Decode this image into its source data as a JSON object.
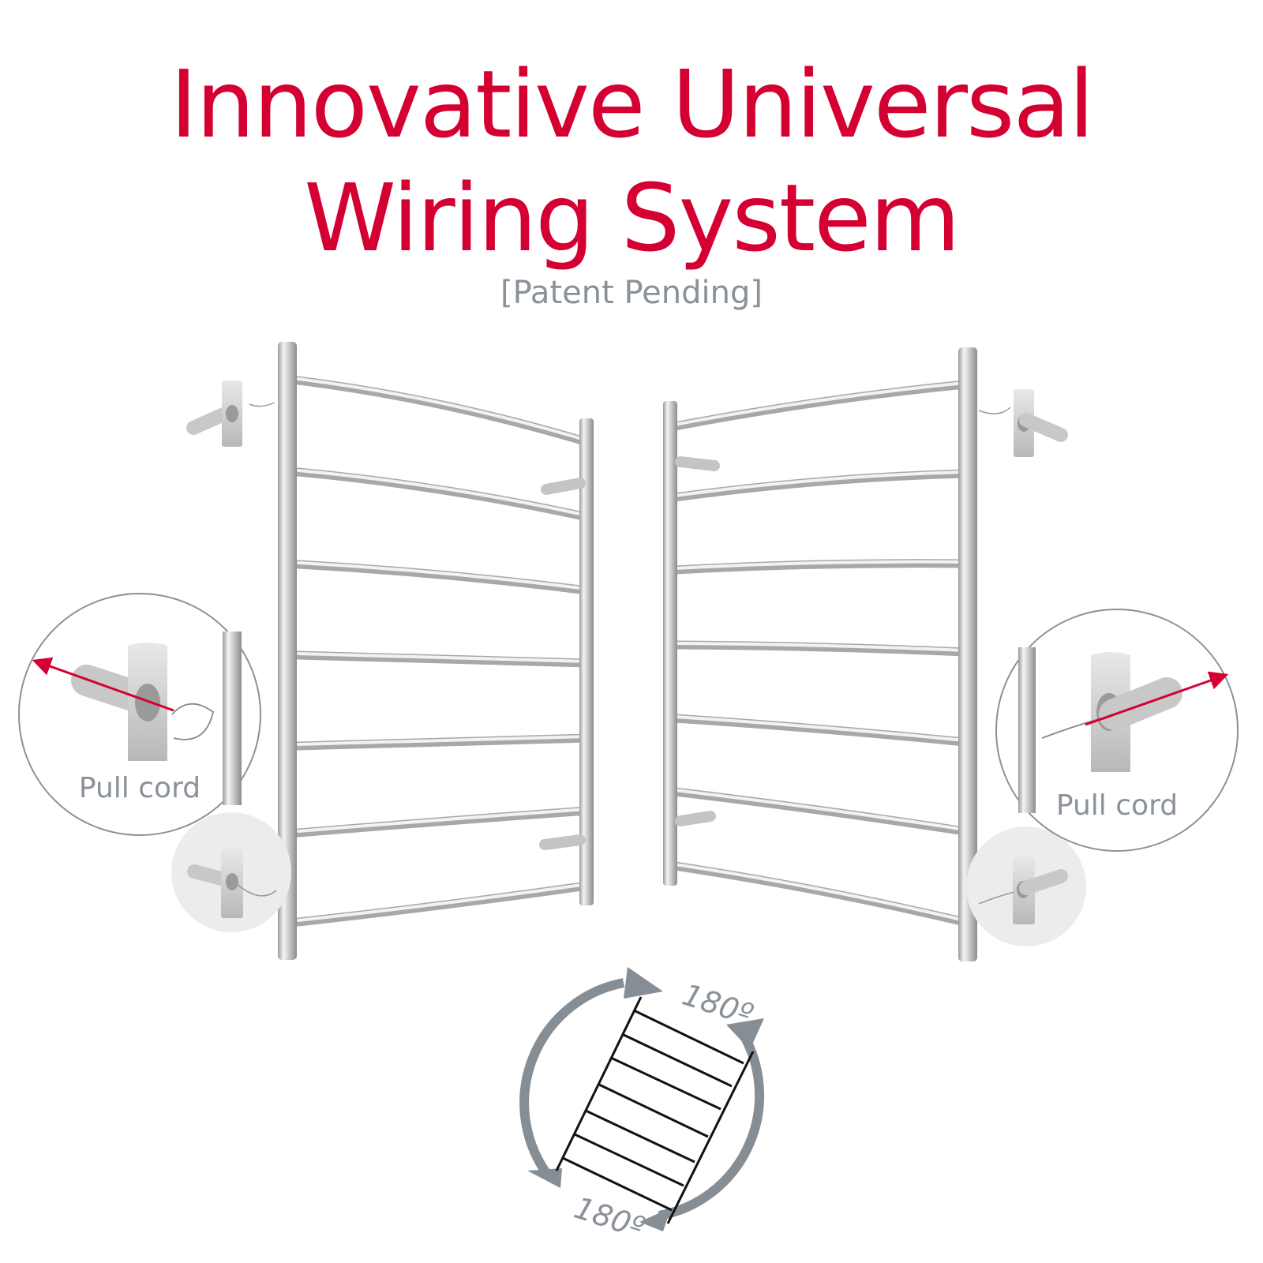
{
  "title": {
    "line1": "Innovative Universal",
    "line2": "Wiring System"
  },
  "subtitle": "[Patent Pending]",
  "callouts": {
    "left_label": "Pull cord",
    "right_label": "Pull cord"
  },
  "rotation": {
    "top_label": "180º",
    "bottom_label": "180º"
  },
  "colors": {
    "title": "#d50032",
    "gray": "#8a9199",
    "arrow": "#d50032"
  }
}
